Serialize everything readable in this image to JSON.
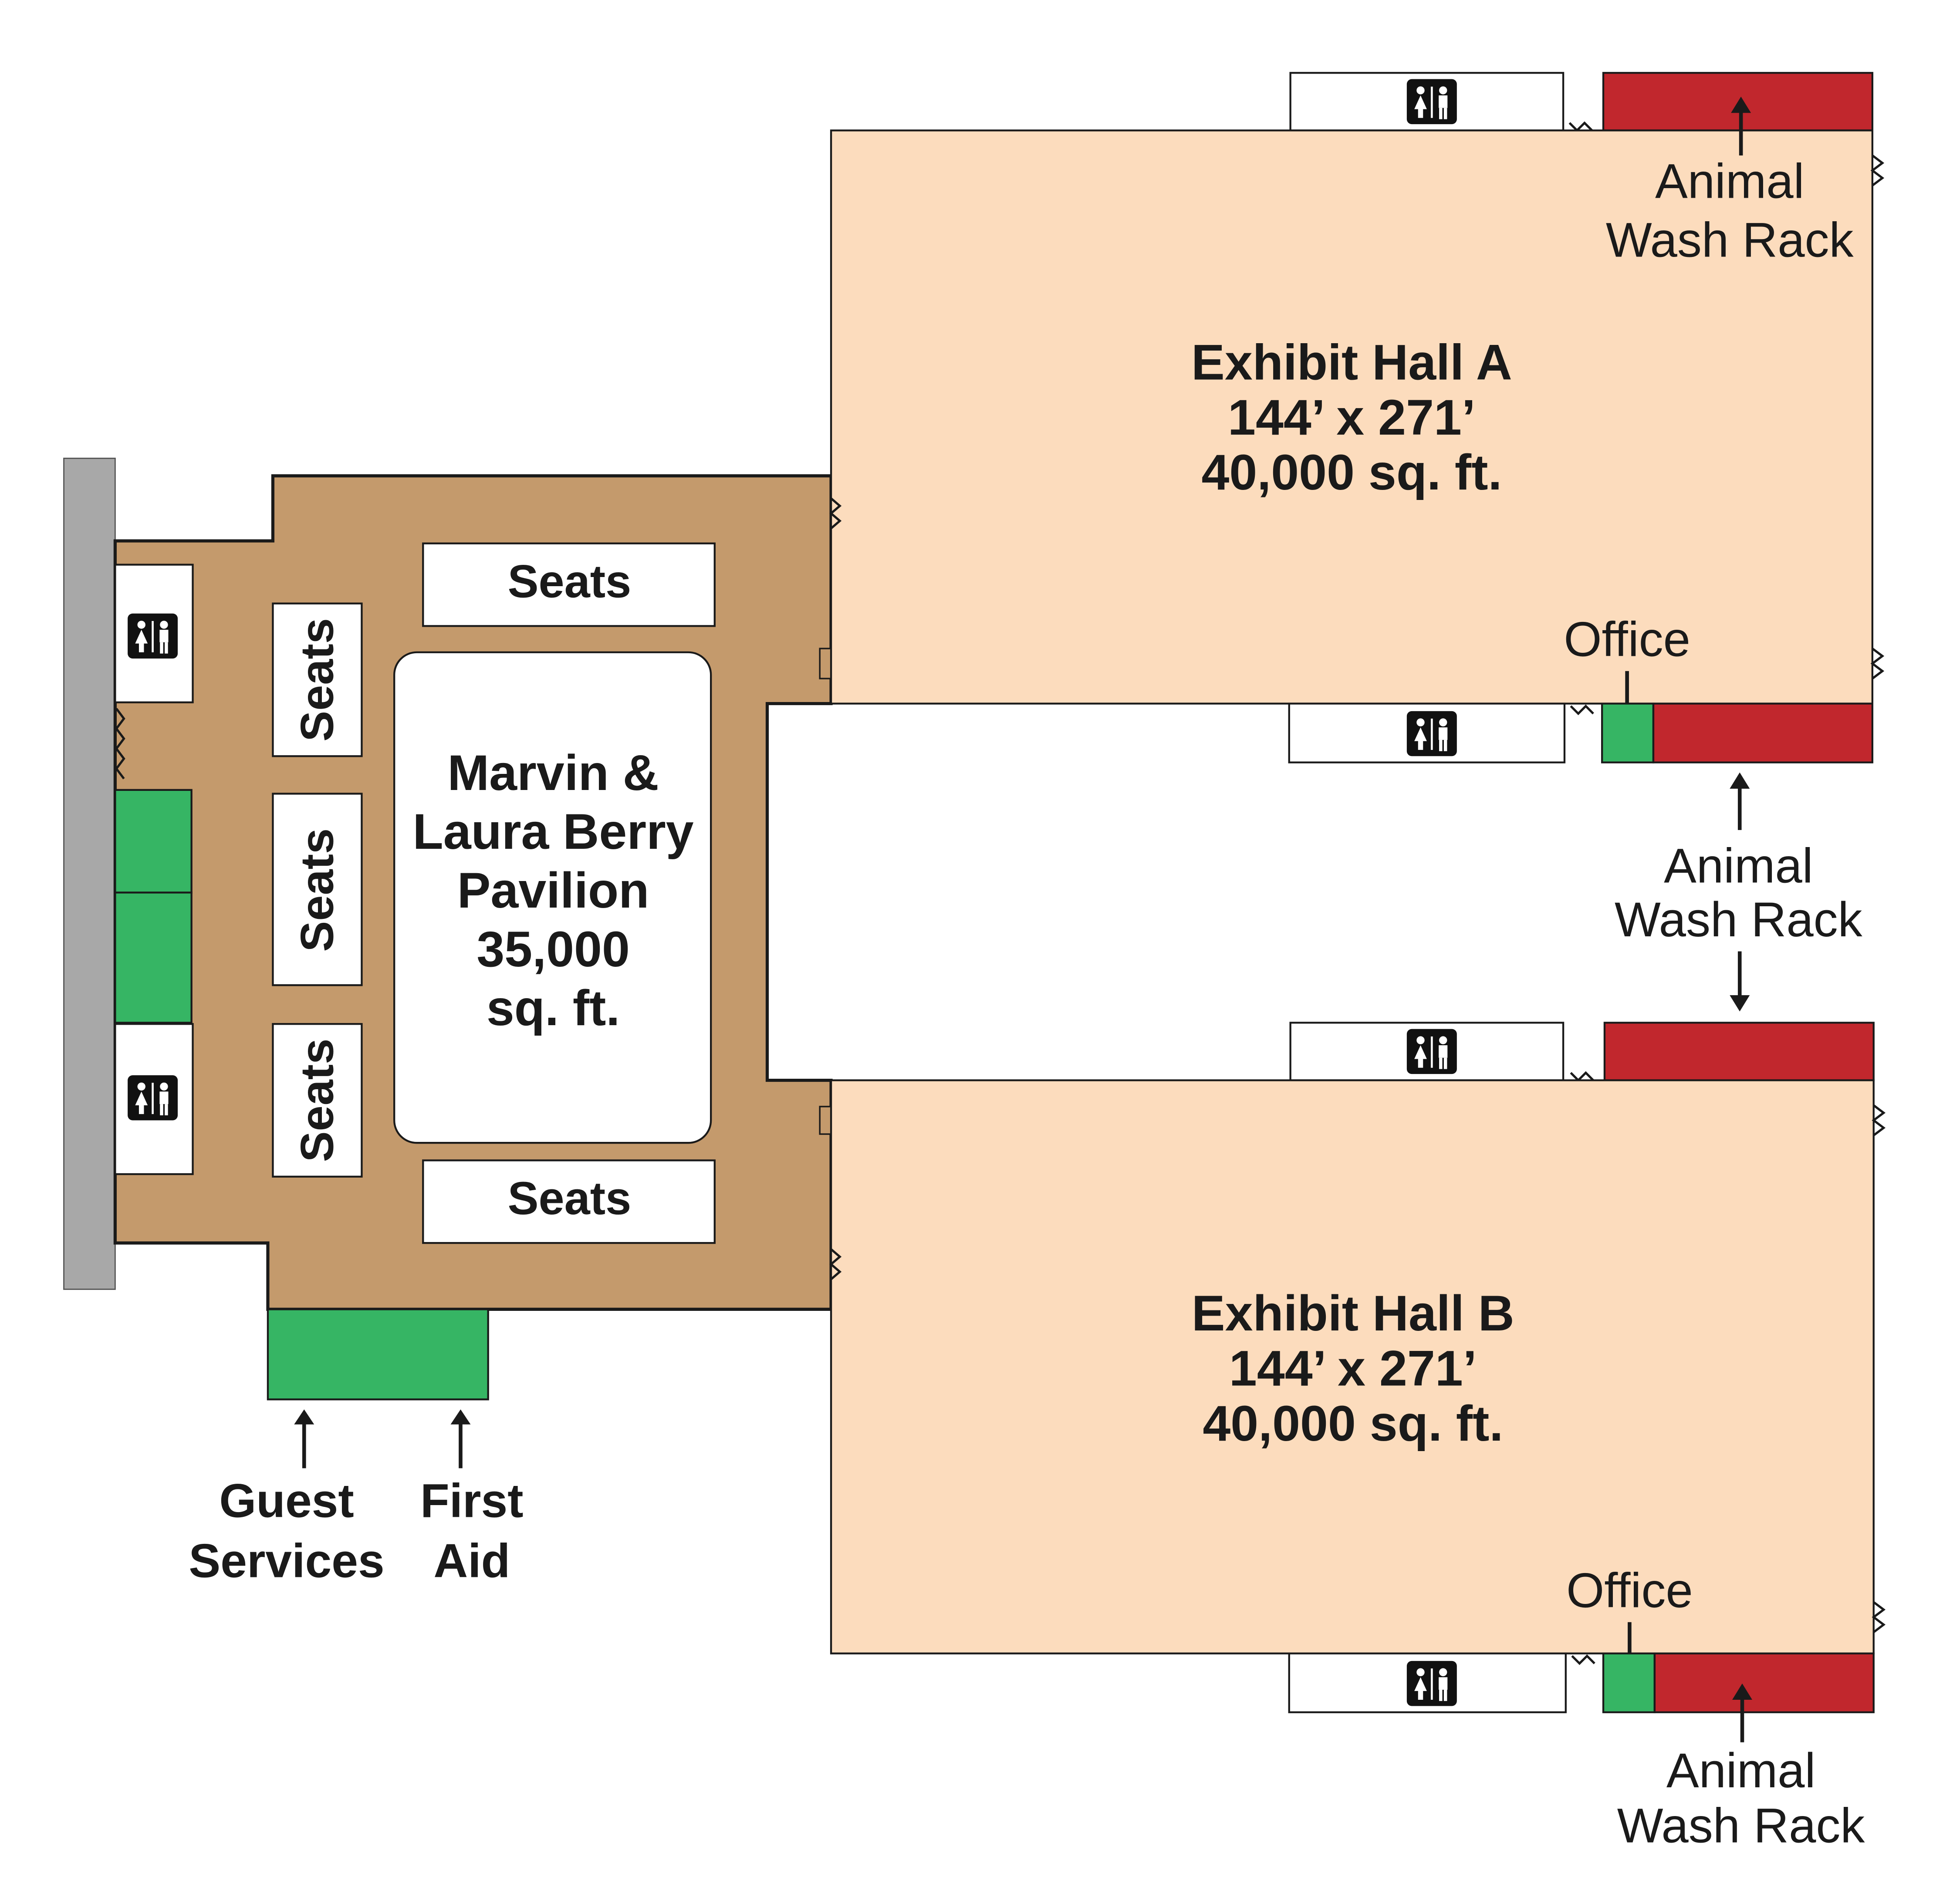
{
  "colors": {
    "pavilion_floor": "#c49a6c",
    "exhibit_hall": "#fcdcbd",
    "wash_rack": "#c1272d",
    "office_green": "#36b564",
    "wall_gray": "#a8a8a8",
    "outline": "#1a1a1a"
  },
  "icons": {
    "restroom": "restroom-icon",
    "arrow": "arrow-icon",
    "door": "door-icon"
  },
  "pavilion": {
    "name_line1": "Marvin &",
    "name_line2": "Laura Berry",
    "name_line3": "Pavilion",
    "area_line1": "35,000",
    "area_line2": "sq. ft.",
    "seats_top": "Seats",
    "seats_bottom": "Seats",
    "seats_left_1": "Seats",
    "seats_left_2": "Seats",
    "seats_left_3": "Seats"
  },
  "hall_a": {
    "name": "Exhibit Hall A",
    "dimensions": "144’ x 271’",
    "area": "40,000 sq. ft.",
    "office": "Office",
    "wash_top_line1": "Animal",
    "wash_top_line2": "Wash Rack"
  },
  "hall_b": {
    "name": "Exhibit Hall B",
    "dimensions": "144’ x 271’",
    "area": "40,000 sq. ft.",
    "office": "Office",
    "wash_bottom_line1": "Animal",
    "wash_bottom_line2": "Wash Rack"
  },
  "middle": {
    "wash_line1": "Animal",
    "wash_line2": "Wash Rack"
  },
  "services": {
    "guest_line1": "Guest",
    "guest_line2": "Services",
    "aid_line1": "First",
    "aid_line2": "Aid"
  }
}
